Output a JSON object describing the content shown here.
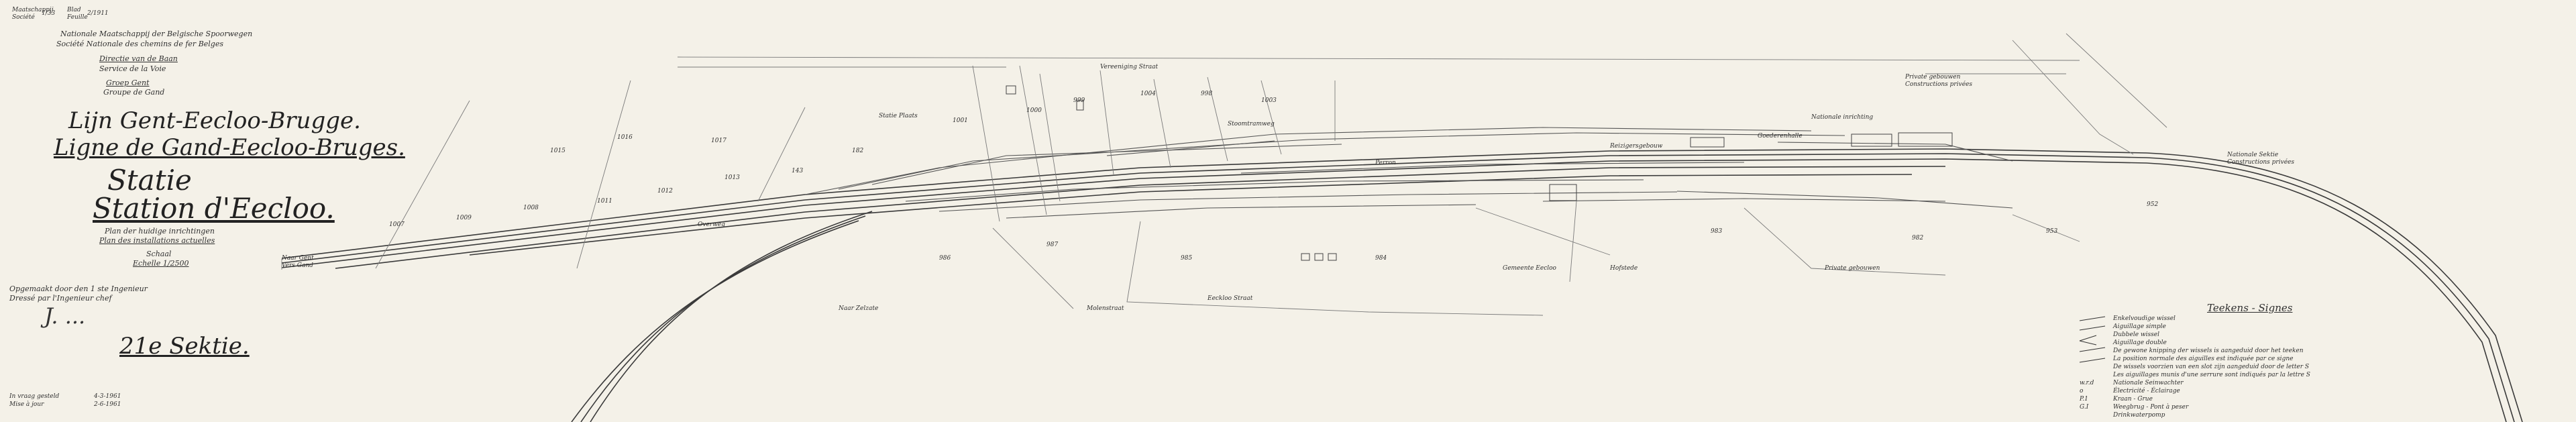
{
  "header": {
    "ref_tl1": "Maatschappij",
    "ref_tl2": "Société",
    "ref_tl3": "1/33",
    "ref_tr1": "Blad",
    "ref_tr2": "Feuille",
    "ref_tr3": "2/1911",
    "company_nl": "Nationale Maatschappij der Belgische Spoorwegen",
    "company_fr": "Société Nationale des chemins de fer Belges",
    "directorate_nl": "Directie van de Baan",
    "directorate_fr": "Service de la Voie",
    "group_nl": "Groep Gent",
    "group_fr": "Groupe de Gand"
  },
  "title": {
    "line_nl": "Lijn Gent-Eecloo-Brugge.",
    "line_fr": "Ligne de Gand-Eecloo-Bruges.",
    "station_nl": "Statie",
    "station_fr": "Station d'Eecloo.",
    "plan_nl": "Plan der huidige inrichtingen",
    "plan_fr": "Plan des installations actuelles",
    "scale_nl": "Schaal",
    "scale_fr": "Echelle 1/2500"
  },
  "approval": {
    "line1": "Opgemaakt door den 1 ste Ingenieur",
    "line2": "Dressé par l'Ingenieur chef",
    "signature": "J. ..."
  },
  "section": "21e Sektie.",
  "footer": {
    "line1": "In vraag gesteld",
    "line2": "Mise à jour",
    "date1": "4-3-1961",
    "date2": "2-6-1961"
  },
  "labels": {
    "gent_nl": "Naar Gent",
    "gent_fr": "Vers Gand",
    "zelzate": "Naar Zelzate",
    "road1": "Vereeniging Straat",
    "road2": "Stoomtramweg",
    "station_square": "Statie Plaats",
    "building1": "Goederenhalle",
    "building2": "Reizigersgebouw",
    "municipal": "Gemeente Eecloo",
    "property1": "Private gebouwen",
    "property2": "Private gebouwen",
    "ppty_fr": "Constructions privées",
    "company_plot": "Nationale inrichting",
    "farm": "Hofstede",
    "street_s": "Eeckloo Straat",
    "street_s2": "Molenstraat",
    "ppty_right_nl": "Nationale Sektie",
    "ppty_right_fr": "Constructions privées",
    "platform": "Perron",
    "level_crossing": "Overweg"
  },
  "parcels": [
    "182",
    "143",
    "1013",
    "1012",
    "1017",
    "1011",
    "1016",
    "1008",
    "1015",
    "1009",
    "1007",
    "1001",
    "1000",
    "999",
    "1004",
    "998",
    "1003",
    "987",
    "986",
    "985",
    "984",
    "983",
    "982",
    "953",
    "952"
  ],
  "legend": {
    "title": "Teekens - Signes",
    "items": [
      "Enkelvoudige wissel",
      "Aiguillage simple",
      "Dubbele wissel",
      "Aiguillage double",
      "De gewone knipping der wissels is aangeduid door het teeken",
      "La position normale des aiguilles est indiquée par ce signe",
      "De wissels voorzien van een slot zijn aangeduid door de letter S",
      "Les aiguillages munis d'une serrure sont indiqués par la lettre S",
      "Nationale Seinwachter",
      "Électricité - Éclairage",
      "Kraan - Grue",
      "Weegbrug - Pont à peser",
      "Drinkwaterpomp"
    ],
    "symbols": [
      "w.r.d",
      "o",
      "P.1",
      "G.I"
    ]
  },
  "colors": {
    "paper": "#f4f1e8",
    "ink": "#2b2b2b",
    "faint": "#8a8a8a"
  }
}
